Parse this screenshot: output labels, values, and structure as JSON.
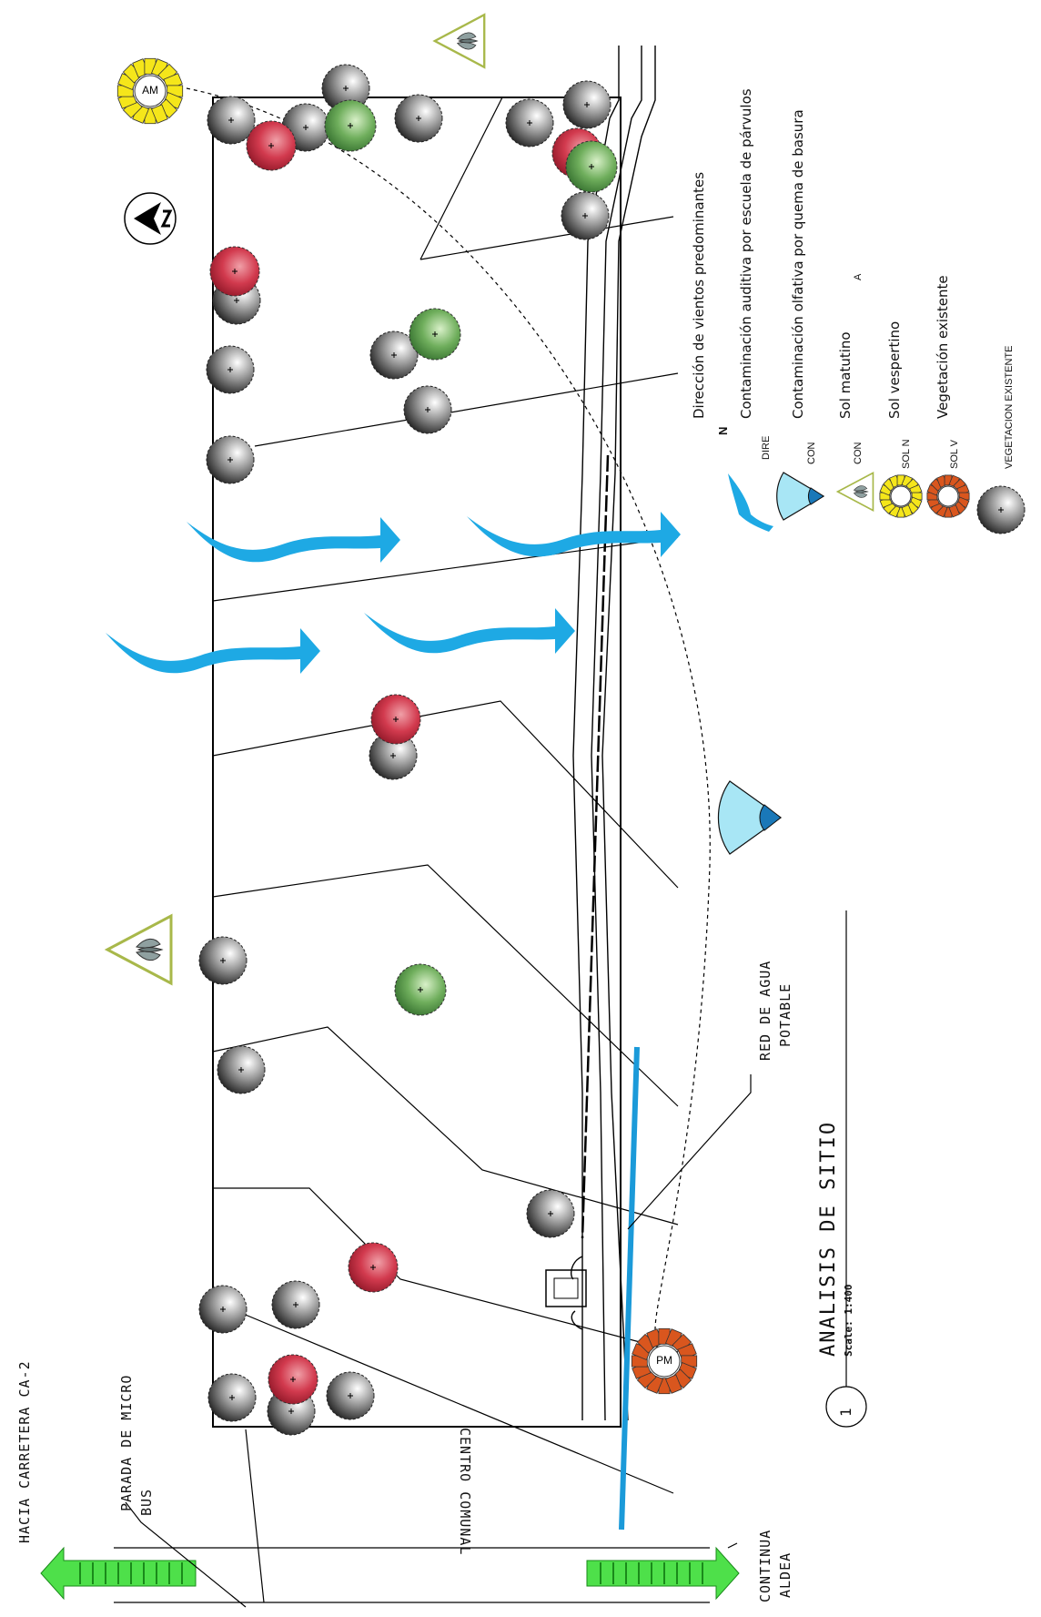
{
  "labels": {
    "hacia": "HACIA CARRETERA CA-2",
    "parada_line1": "PARADA DE MICRO",
    "parada_line2": "BUS",
    "centro": "CENTRO COMUNAL",
    "continua_line1": "CONTINUA",
    "continua_line2": "ALDEA",
    "red_line1": "RED DE AGUA",
    "red_line2": "POTABLE",
    "title": "ANALISIS DE SITIO",
    "scale": "Scale: 1:400",
    "number": "1",
    "sun_am": "AM",
    "sun_pm": "PM"
  },
  "legend": {
    "items": [
      {
        "code": "N",
        "label": "Dirección de vientos predominantes"
      },
      {
        "code": "DIRE",
        "label": "Contaminación auditiva por escuela de párvulos"
      },
      {
        "code": "CON",
        "label": "Contaminación olfativa por quema de basura"
      },
      {
        "code": "CON",
        "extra": "A",
        "label": "Sol matutino"
      },
      {
        "code": "SOL N",
        "label": "Sol vespertino"
      },
      {
        "code": "SOL V",
        "label": "Vegetación existente"
      },
      {
        "code": "VEGETACION EXISTENTE",
        "label": ""
      }
    ]
  },
  "colors": {
    "wind": "#1ea9e4",
    "water": "#1b9ad9",
    "tree_red": "#c8283e",
    "tree_green": "#5a9a4c",
    "sun_am": "#f5e61a",
    "sun_pm": "#d9561e",
    "arrow_green": "#4ee04a",
    "leaf_triangle": "#a8b84a"
  }
}
